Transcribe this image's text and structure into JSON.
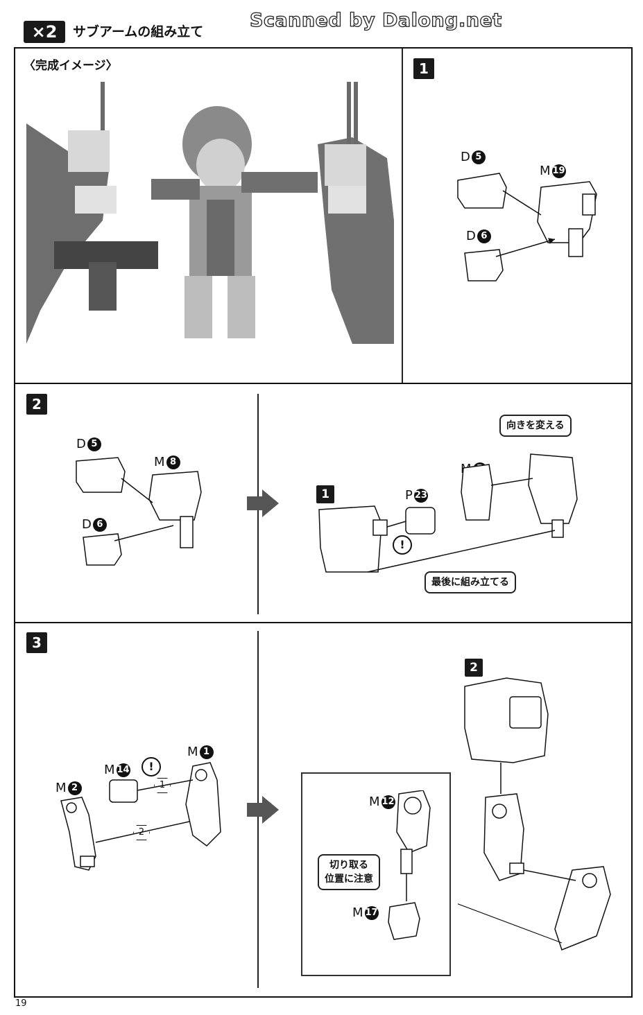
{
  "header": {
    "badge": "×2",
    "title": "サブアームの組み立て",
    "watermark": "Scanned by Dalong.net"
  },
  "completion": {
    "label": "〈完成イメージ〉"
  },
  "steps": {
    "s1": {
      "badge": "1",
      "labels": {
        "d5": "D",
        "d5n": "5",
        "m19": "M",
        "m19n": "19",
        "d6": "D",
        "d6n": "6"
      }
    },
    "s2": {
      "badge": "2",
      "left": {
        "d5": "D",
        "d5n": "5",
        "m8": "M",
        "m8n": "8",
        "d6": "D",
        "d6n": "6"
      },
      "right": {
        "ref_badge": "1",
        "p23": "P",
        "p23n": "23",
        "m5": "M",
        "m5n": "5",
        "callout_turn": "向きを変える",
        "callout_last": "最後に組み立てる",
        "caution": "!"
      }
    },
    "s3": {
      "badge": "3",
      "left": {
        "m14": "M",
        "m14n": "14",
        "m1": "M",
        "m1n": "1",
        "m2": "M",
        "m2n": "2",
        "order1": "1",
        "order2": "2",
        "caution": "!"
      },
      "right": {
        "ref_badge": "2",
        "m12": "M",
        "m12n": "12",
        "m17": "M",
        "m17n": "17",
        "callout_cut": "切り取る\n位置に注意"
      }
    }
  },
  "footer": {
    "page": "19"
  }
}
